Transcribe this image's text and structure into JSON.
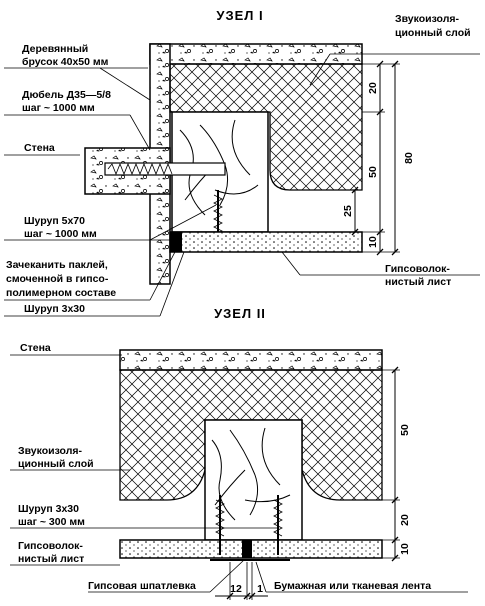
{
  "node1": {
    "title": "УЗЕЛ  I",
    "labels": {
      "bar_l1": "Деревянный",
      "bar_l2": "брусок 40х50 мм",
      "dowel_l1": "Дюбель Д35—5/8",
      "dowel_l2": "шаг ~ 1000 мм",
      "wall": "Стена",
      "screw_l1": "Шуруп 5х70",
      "screw_l2": "шаг ~ 1000 мм",
      "caulk_l1": "Зачеканить паклей,",
      "caulk_l2": "смоченной в гипсо-",
      "caulk_l3": "полимерном составе",
      "screw2": "Шуруп 3х30",
      "sound_l1": "Звукоизоля-",
      "sound_l2": "ционный слой",
      "gvl_l1": "Гипсоволок-",
      "gvl_l2": "нистый лист"
    },
    "dims": {
      "d20": "20",
      "d50": "50",
      "d25": "25",
      "d10": "10",
      "d80": "80"
    }
  },
  "node2": {
    "title": "УЗЕЛ  II",
    "labels": {
      "wall": "Стена",
      "sound_l1": "Звукоизоля-",
      "sound_l2": "ционный слой",
      "screw_l1": "Шуруп 3х30",
      "screw_l2": "шаг ~ 300 мм",
      "gvl_l1": "Гипсоволок-",
      "gvl_l2": "нистый лист",
      "putty": "Гипсовая шпатлевка",
      "tape": "Бумажная или тканевая лента"
    },
    "dims": {
      "d50": "50",
      "d20": "20",
      "d10": "10",
      "d12": "12",
      "d1": "1"
    }
  }
}
